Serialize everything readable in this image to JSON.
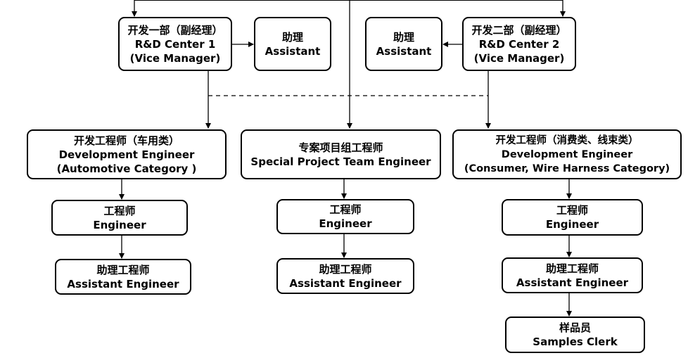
{
  "nodes": {
    "rd1_manager": {
      "zh": "开发一部（副经理）",
      "en1": "R&D Center 1",
      "en2": "(Vice Manager)"
    },
    "rd1_assistant": {
      "zh": "助理",
      "en": "Assistant"
    },
    "rd2_assistant": {
      "zh": "助理",
      "en": "Assistant"
    },
    "rd2_manager": {
      "zh": "开发二部（副经理）",
      "en1": "R&D Center 2",
      "en2": "(Vice Manager)"
    },
    "dev_auto": {
      "zh": "开发工程师（车用类）",
      "en1": "Development Engineer",
      "en2": "(Automotive Category )"
    },
    "special_project": {
      "zh": "专案项目组工程师",
      "en": "Special Project Team Engineer"
    },
    "dev_consumer": {
      "zh": "开发工程师（消费类、线束类）",
      "en1": "Development Engineer",
      "en2": "(Consumer, Wire Harness Category)"
    },
    "eng_left": {
      "zh": "工程师",
      "en": "Engineer"
    },
    "eng_mid": {
      "zh": "工程师",
      "en": "Engineer"
    },
    "eng_right": {
      "zh": "工程师",
      "en": "Engineer"
    },
    "asst_eng_left": {
      "zh": "助理工程师",
      "en": "Assistant Engineer"
    },
    "asst_eng_mid": {
      "zh": "助理工程师",
      "en": "Assistant Engineer"
    },
    "asst_eng_right": {
      "zh": "助理工程师",
      "en": "Assistant Engineer"
    },
    "samples_clerk": {
      "zh": "样品员",
      "en": "Samples Clerk"
    }
  },
  "colors": {
    "line": "#000000",
    "border": "#000000",
    "text": "#000000",
    "background": "#ffffff"
  }
}
